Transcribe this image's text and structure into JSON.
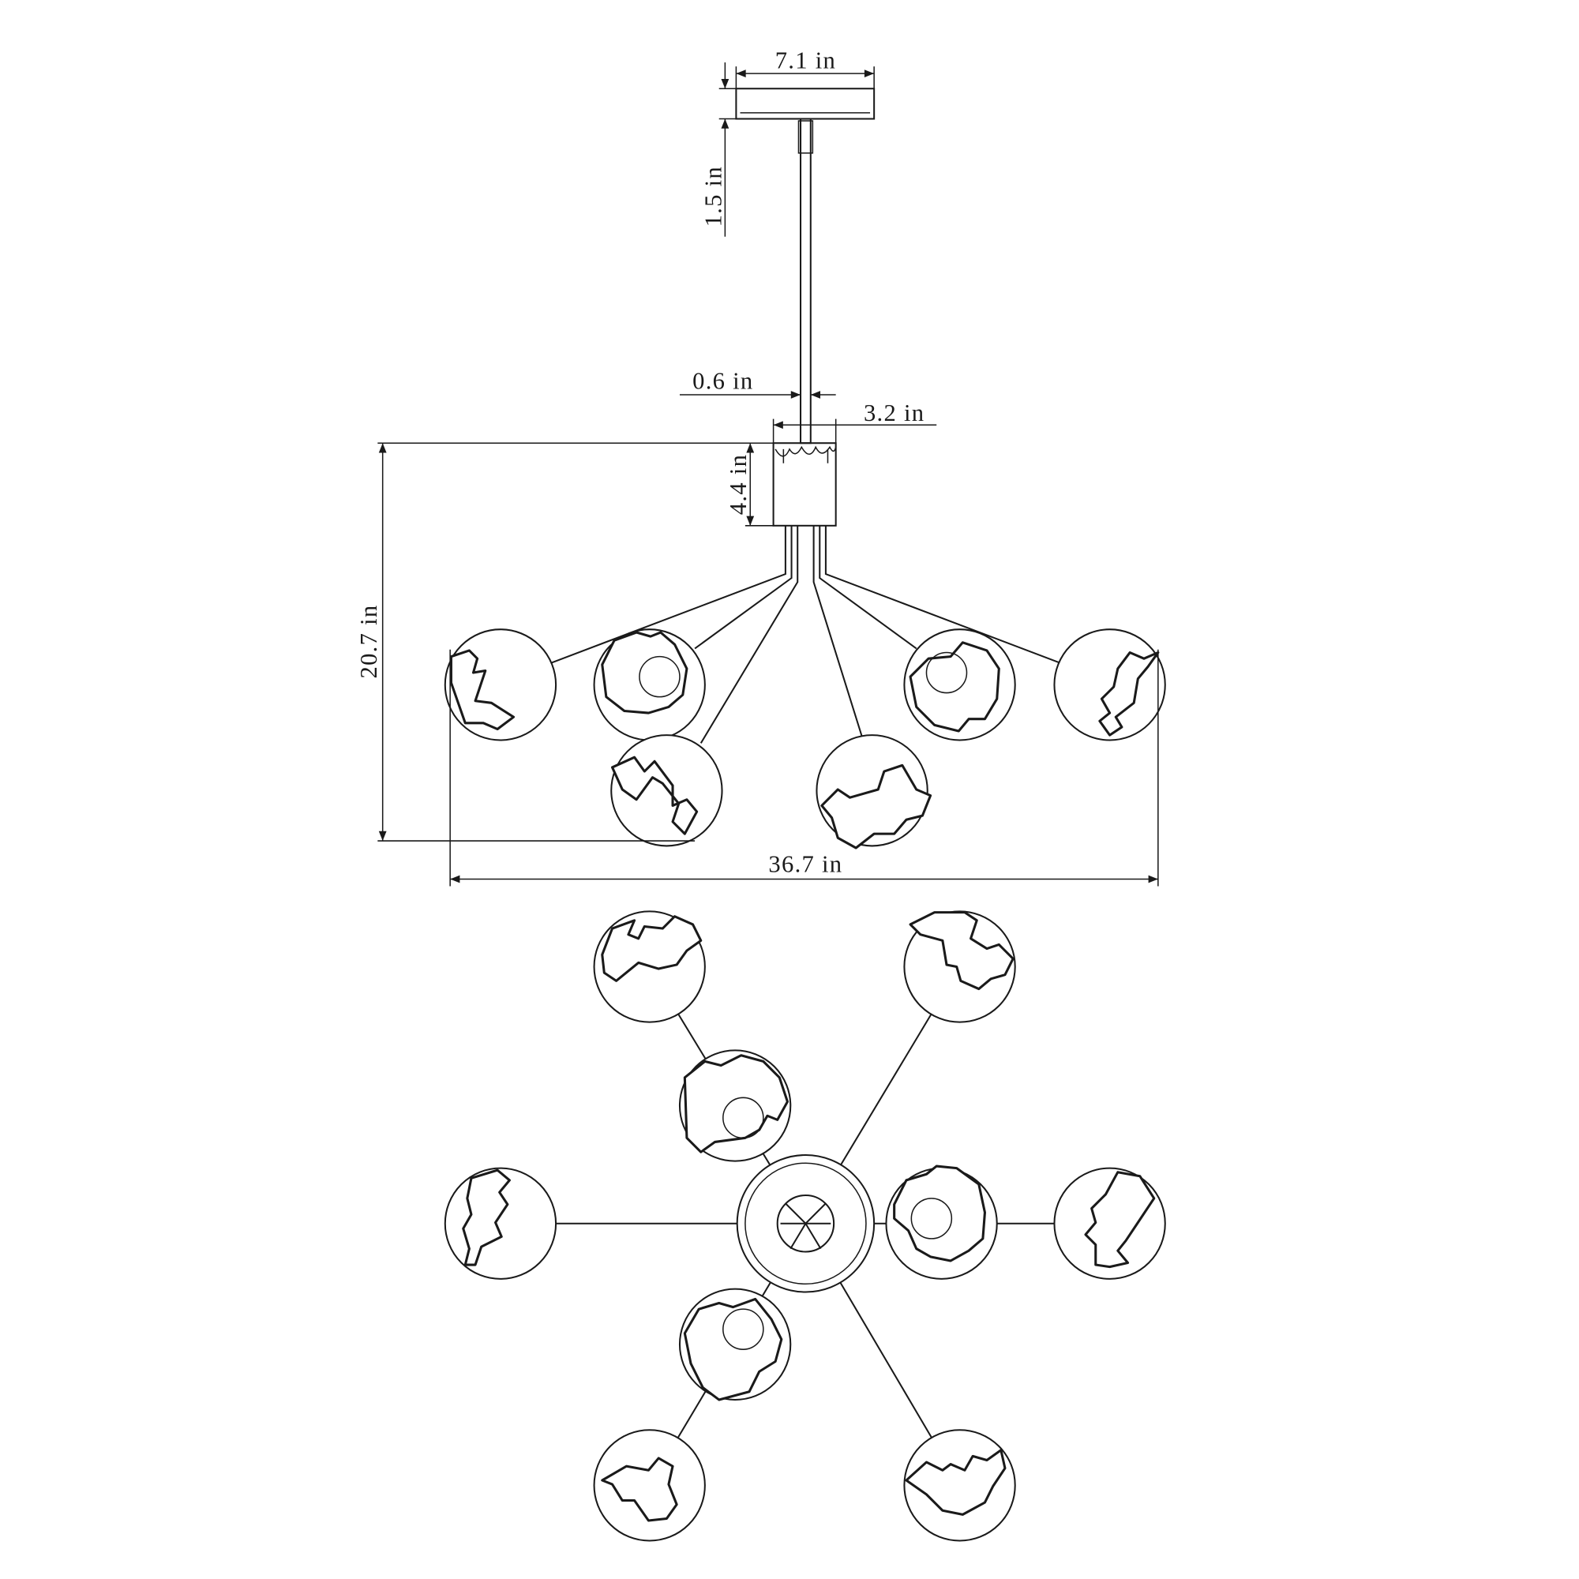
{
  "drawing": {
    "subject": "chandelier",
    "views": [
      "side-elevation",
      "bottom-plan"
    ],
    "line_color": "#1a1a1a",
    "background": "#ffffff"
  },
  "dimensions": {
    "canopy_width": "7.1 in",
    "canopy_to_rod": "1.5 in",
    "rod_diameter": "0.6 in",
    "body_width": "3.2 in",
    "body_height": "4.4 in",
    "overall_height": "20.7 in",
    "overall_width": "36.7 in"
  },
  "globe_count": 9
}
